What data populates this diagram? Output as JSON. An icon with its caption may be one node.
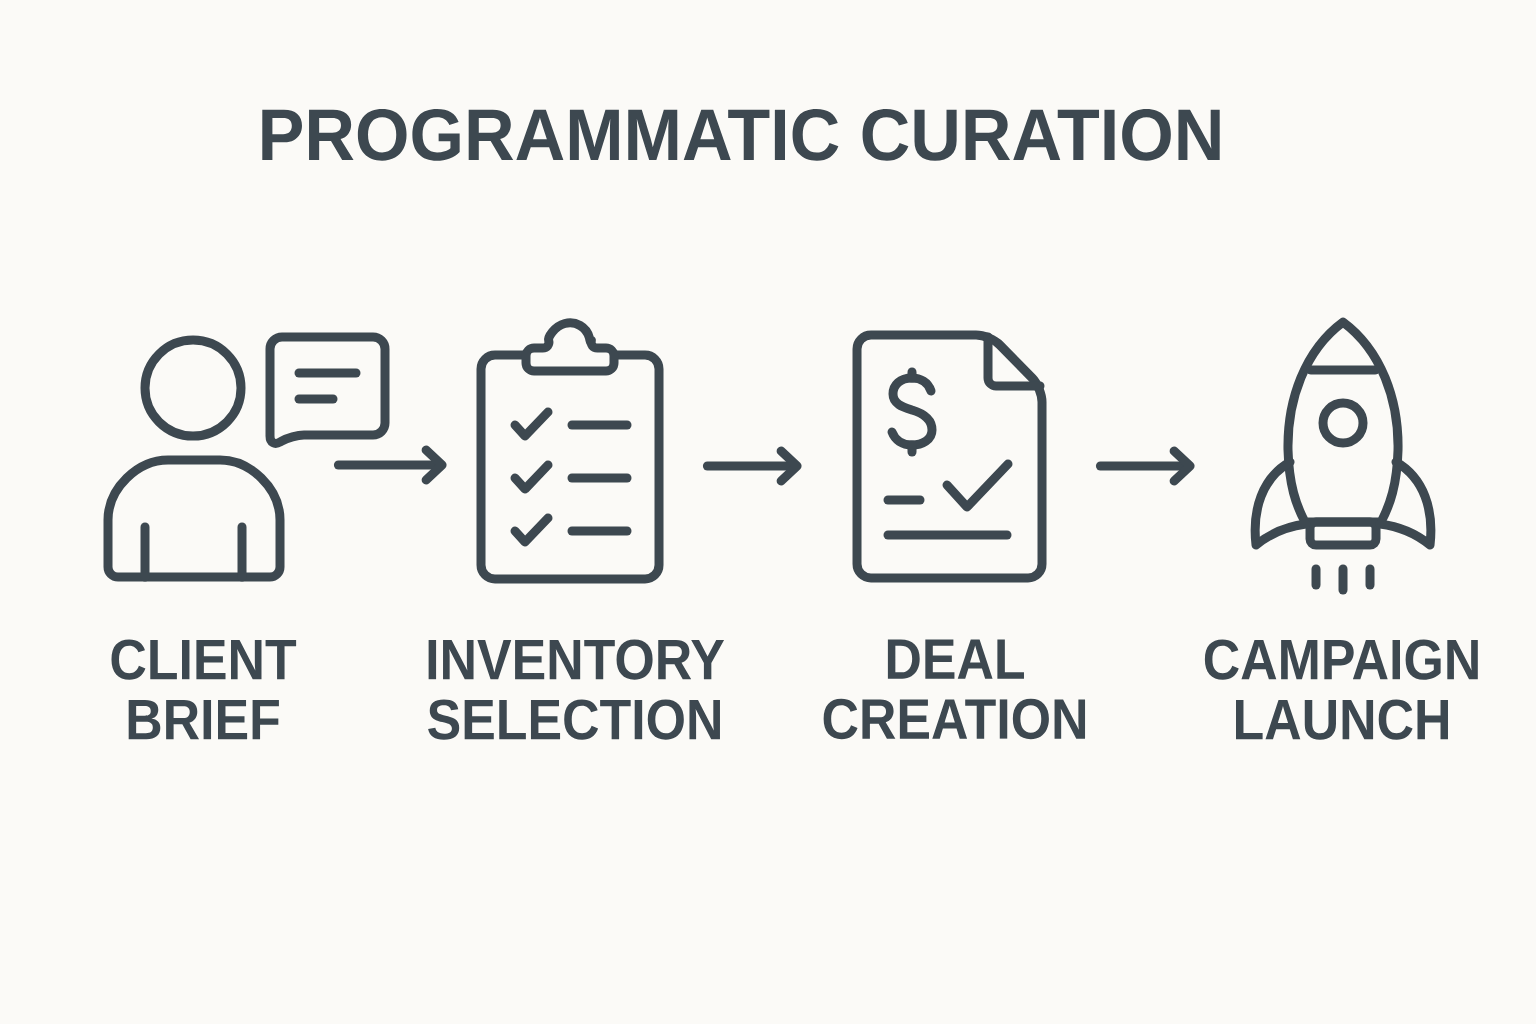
{
  "diagram": {
    "title": "PROGRAMMATIC CURATION",
    "nodes": [
      {
        "text": [
          "CLIENT BRIEF"
        ]
      },
      {
        "text": [
          "INVENTORY SELECTION"
        ]
      },
      {
        "text": [
          "DEAL CREATION"
        ]
      },
      {
        "text": [
          "CAMPAIGN LAUNCH"
        ]
      }
    ],
    "edges": [
      {
        "from": 0,
        "to": 1,
        "arrow": "to"
      },
      {
        "from": 1,
        "to": 2,
        "arrow": "to"
      },
      {
        "from": 2,
        "to": 3,
        "arrow": "to"
      }
    ]
  }
}
